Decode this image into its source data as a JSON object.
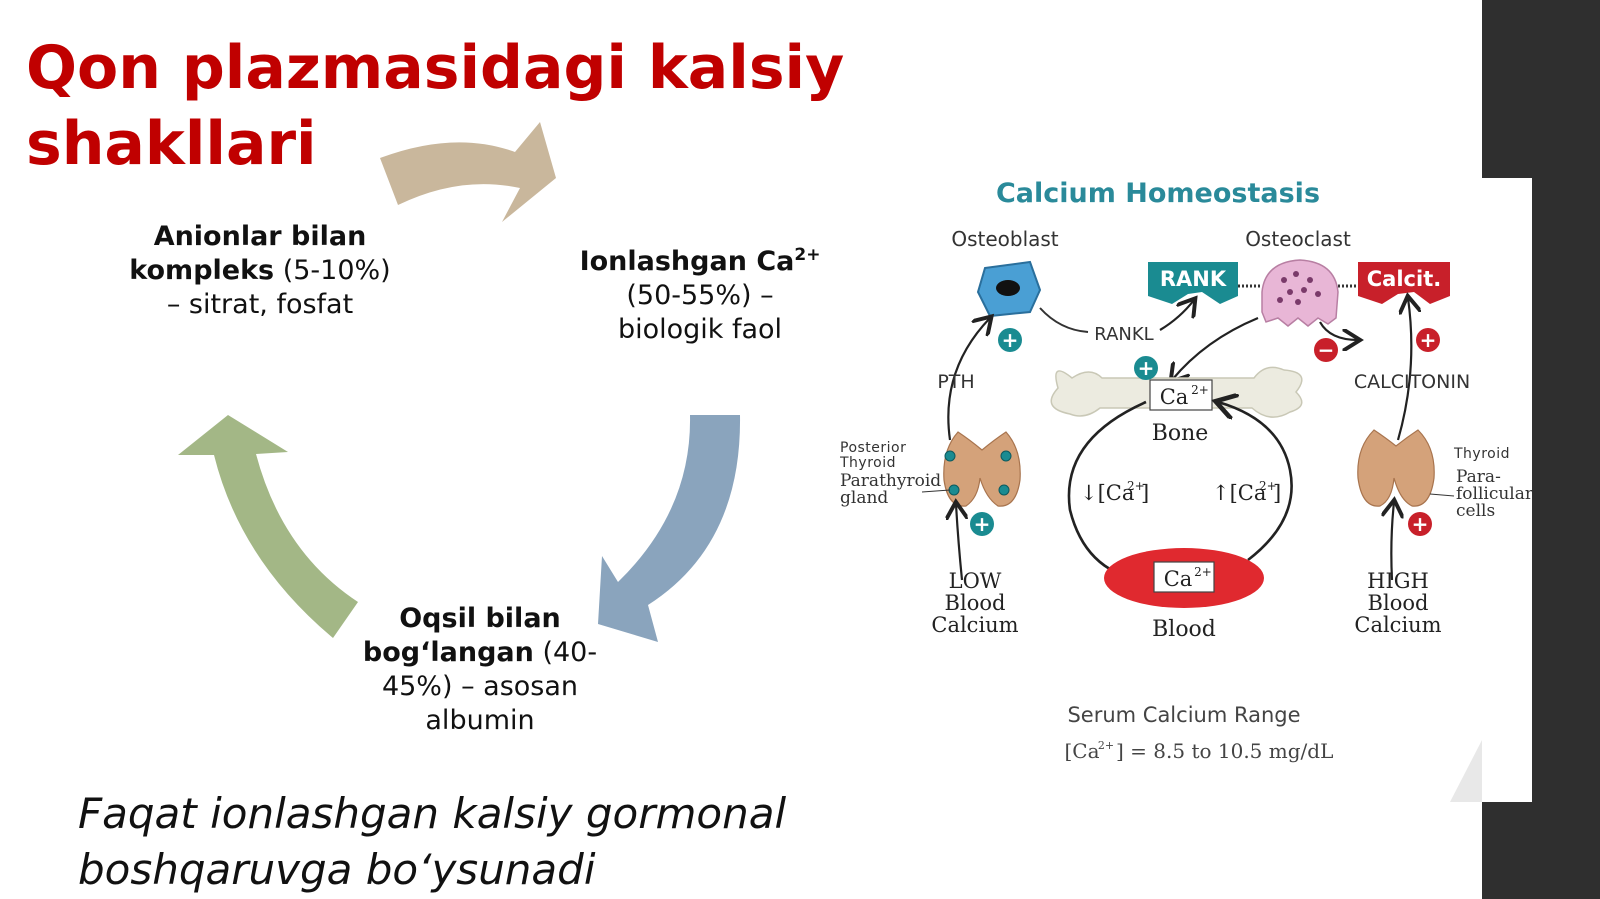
{
  "title": "Qon plazmasidagi kalsiy shakllari",
  "cycle": {
    "anion": {
      "bold": "Anionlar bilan kompleks",
      "rest": " (5-10%) – sitrat, fosfat"
    },
    "ionized": {
      "bold": "Ionlashgan Ca",
      "sup": "2+",
      "rest": " (50-55%) – biologik faol"
    },
    "protein": {
      "bold": "Oqsil bilan bog‘langan",
      "rest": " (40-45%) – asosan albumin"
    }
  },
  "footer": "Faqat ionlashgan kalsiy gormonal boshqaruvga bo‘ysunadi",
  "figure": {
    "title": "Calcium Homeostasis",
    "osteoblast": "Osteoblast",
    "osteoclast": "Osteoclast",
    "rank": "RANK",
    "calcit": "Calcit.",
    "rankl": "RANKL",
    "pth": "PTH",
    "calcitonin": "CALCITONIN",
    "posterior_thyroid_1": "Posterior",
    "posterior_thyroid_2": "Thyroid",
    "parathyroid_1": "Parathyroid",
    "parathyroid_2": "gland",
    "thyroid": "Thyroid",
    "parafollicular_1": "Para-",
    "parafollicular_2": "follicular",
    "parafollicular_3": "cells",
    "bone_ca": "Ca",
    "bone_label": "Bone",
    "blood_ca": "Ca",
    "blood_label": "Blood",
    "ca_sup": "2+",
    "down_ca": "↓[Ca",
    "up_ca": "↑[Ca",
    "bracket_close": "]",
    "low_1": "LOW",
    "low_2": "Blood",
    "low_3": "Calcium",
    "high_1": "HIGH",
    "high_2": "Blood",
    "high_3": "Calcium",
    "serum_title": "Serum Calcium Range",
    "serum_pre": "[Ca",
    "serum_post": "] = 8.5 to 10.5 mg/dL",
    "plus": "+",
    "minus": "−"
  },
  "colors": {
    "title_red": "#c00000",
    "arrow_tan": "#c9b79c",
    "arrow_blue": "#8aa4bd",
    "arrow_green": "#a3b786",
    "teal": "#1a8b91",
    "red": "#c8202a"
  }
}
